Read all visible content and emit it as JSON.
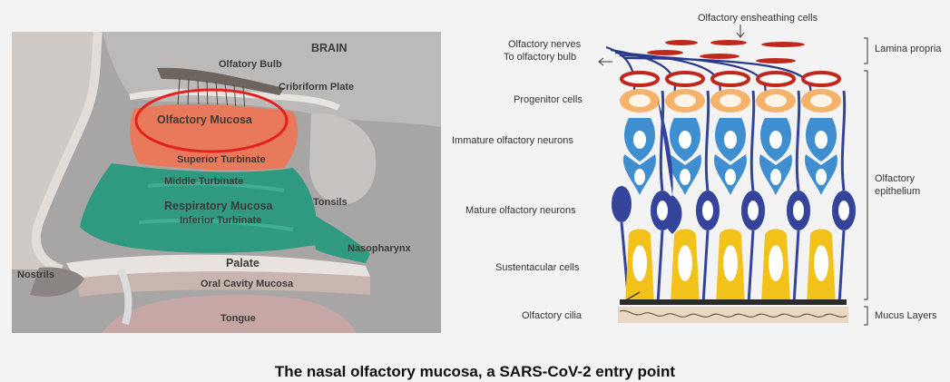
{
  "nasal": {
    "brain": "BRAIN",
    "olfactory_bulb": "Olfatory Bulb",
    "cribriform_plate": "Cribriform Plate",
    "olfactory_mucosa": "Olfactory Mucosa",
    "superior_turbinate": "Superior Turbinate",
    "middle_turbinate": "Middle Turbinate",
    "respiratory_mucosa": "Respiratory Mucosa",
    "inferior_turbinate": "Inferior Turbinate",
    "tonsils": "Tonsils",
    "nasopharynx": "Nasopharynx",
    "nostrils": "Nostrils",
    "palate": "Palate",
    "oral_cavity_mucosa": "Oral Cavity Mucosa",
    "tongue": "Tongue"
  },
  "epithelium": {
    "ensheathing": "Olfactory ensheathing cells",
    "nerves": "Olfactory nerves",
    "to_bulb": "To olfactory bulb",
    "progenitor": "Progenitor cells",
    "immature": "Immature olfactory neurons",
    "mature": "Mature olfactory neurons",
    "sustentacular": "Sustentacular cells",
    "cilia": "Olfactory cilia",
    "lamina": "Lamina propria",
    "olf_epi_1": "Olfactory",
    "olf_epi_2": "epithelium",
    "mucus": "Mucus Layers"
  },
  "caption": "The nasal olfactory mucosa, a SARS-CoV-2 entry point",
  "colors": {
    "olfactory_mucosa": "#e8795a",
    "respiratory_mucosa": "#2f9a80",
    "highlight_ring": "#e32020",
    "progenitor": "#f4b26b",
    "immature": "#3f8fd0",
    "mature": "#33449a",
    "sustentacular": "#f2c21a",
    "ensheathing": "#c0281e"
  }
}
